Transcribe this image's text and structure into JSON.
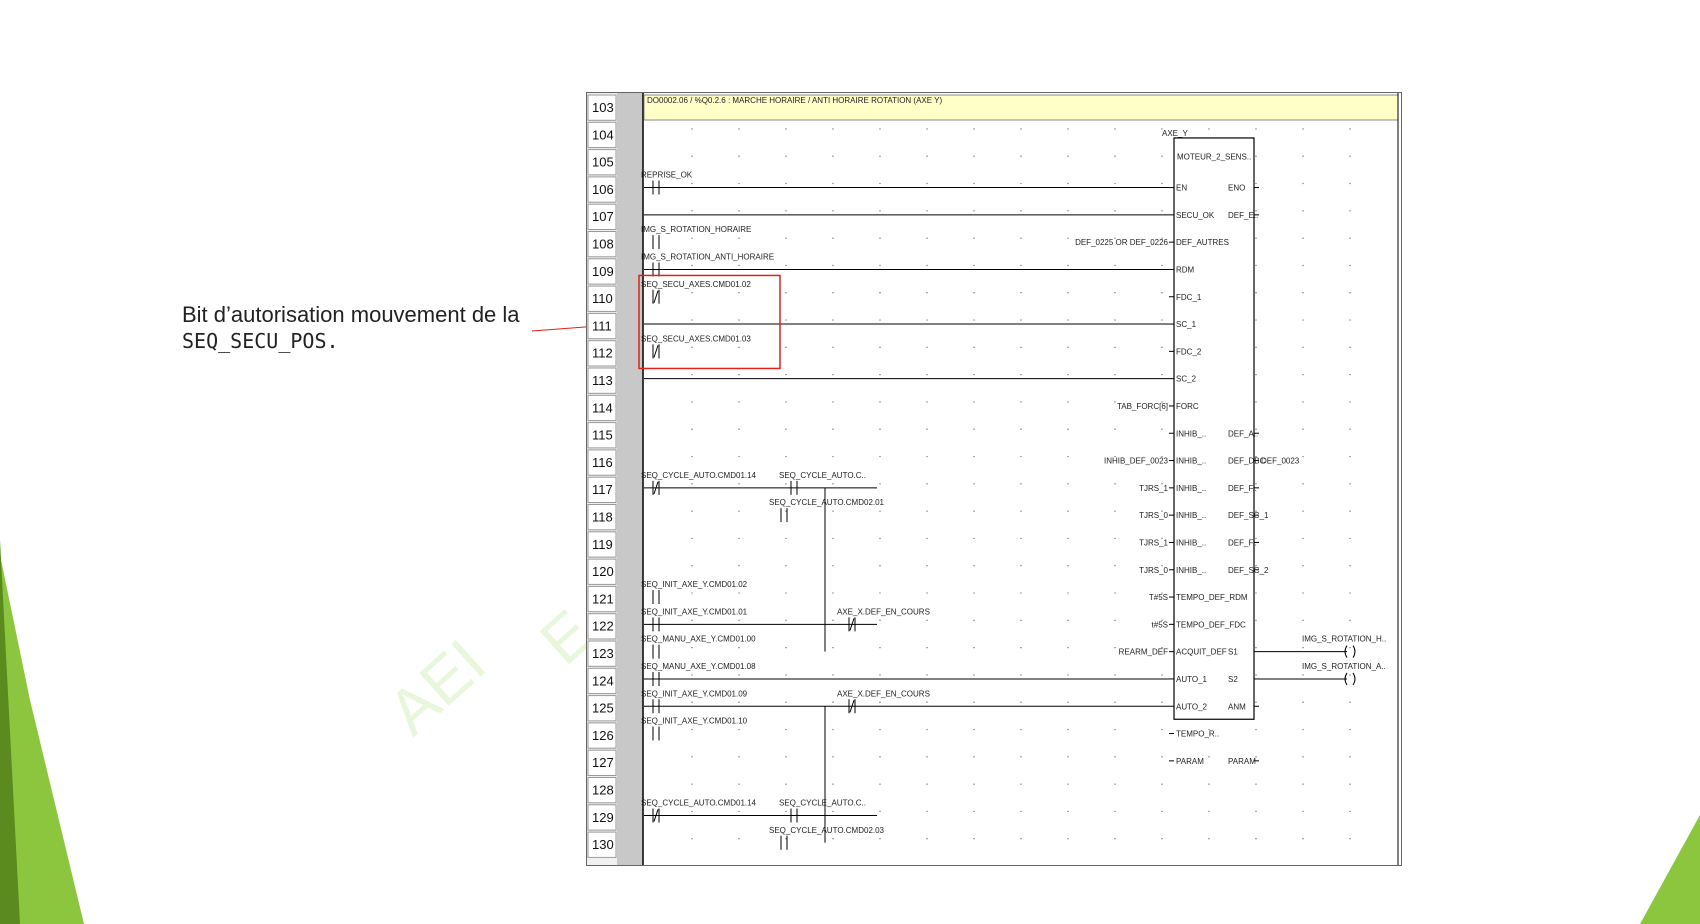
{
  "annotation": {
    "line1": "Bit d’autorisation mouvement de la",
    "line2": "SEQ_SECU_POS."
  },
  "watermark": {
    "a": "AEI",
    "b": "E"
  },
  "colors": {
    "accent_green": "#8cc63f",
    "highlight_red": "#e0201b",
    "header_yellow": "#ffffc8"
  },
  "ladder": {
    "header": "DO0002.06 / %Q0.2.6 : MARCHE HORAIRE / ANTI HORAIRE ROTATION (AXE Y)",
    "line_numbers": [
      "103",
      "104",
      "105",
      "106",
      "107",
      "108",
      "109",
      "110",
      "111",
      "112",
      "113",
      "114",
      "115",
      "116",
      "117",
      "118",
      "119",
      "120",
      "121",
      "122",
      "123",
      "124",
      "125",
      "126",
      "127",
      "128",
      "129",
      "130"
    ],
    "block": {
      "title": "AXE_Y",
      "name": "MOTEUR_2_SENS..",
      "inputs": [
        "EN",
        "SECU_OK",
        "DEF_AUTRES",
        "RDM",
        "FDC_1",
        "SC_1",
        "FDC_2",
        "SC_2",
        "FORC",
        "INHIB_..",
        "INHIB_..",
        "INHIB_..",
        "INHIB_..",
        "INHIB_..",
        "INHIB_..",
        "TEMPO_DEF_RDM",
        "TEMPO_DEF_FDC",
        "ACQUIT_DEF",
        "AUTO_1",
        "AUTO_2",
        "TEMPO_R..",
        "PARAM"
      ],
      "outputs": [
        "ENO",
        "DEF_E..",
        "DEF_A..",
        "DEF_DBC",
        "DEF_F..",
        "DEF_SC_1",
        "DEF_F..",
        "DEF_SC_2",
        "S1",
        "S2",
        "ANM",
        "PARAM"
      ],
      "input_params": [
        "DEF_0225 OR DEF_0226",
        "TAB_FORC[6]",
        "INHIB_DEF_0023",
        "TJRS_1",
        "TJRS_0",
        "TJRS_1",
        "TJRS_0",
        "T#5S",
        "t#5S",
        "REARM_DEF"
      ],
      "output_params": [
        "DEF_0023"
      ]
    },
    "contacts": [
      "REPRISE_OK",
      "IMG_S_ROTATION_HORAIRE",
      "IMG_S_ROTATION_ANTI_HORAIRE",
      "SEQ_SECU_AXES.CMD01.02",
      "SEQ_SECU_AXES.CMD01.03",
      "SEQ_CYCLE_AUTO.CMD01.14",
      "SEQ_CYCLE_AUTO.C..",
      "SEQ_CYCLE_AUTO.CMD02.01",
      "SEQ_INIT_AXE_Y.CMD01.02",
      "SEQ_INIT_AXE_Y.CMD01.01",
      "AXE_X.DEF_EN_COURS",
      "SEQ_MANU_AXE_Y.CMD01.00",
      "SEQ_MANU_AXE_Y.CMD01.08",
      "SEQ_INIT_AXE_Y.CMD01.09",
      "AXE_X.DEF_EN_COURS",
      "SEQ_INIT_AXE_Y.CMD01.10",
      "SEQ_CYCLE_AUTO.CMD01.14",
      "SEQ_CYCLE_AUTO.C..",
      "SEQ_CYCLE_AUTO.CMD02.03"
    ],
    "coils": [
      "IMG_S_ROTATION_H..",
      "IMG_S_ROTATION_A.."
    ]
  }
}
